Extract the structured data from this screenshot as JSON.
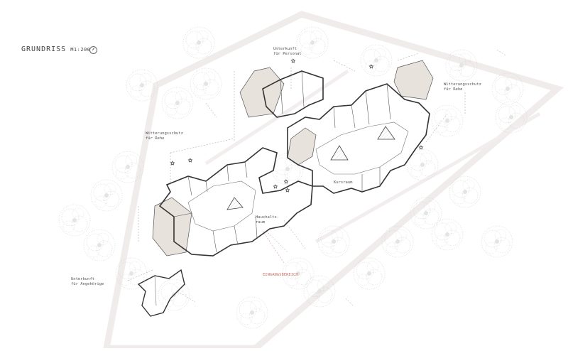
{
  "title": {
    "text": "GRUNDRISS",
    "scale": "M1:200"
  },
  "icons": {
    "north_arrow": "north-arrow-icon",
    "tree": "tree-icon",
    "star": "star-icon"
  },
  "labels": {
    "staff": "Unterkunft\nfür Personal",
    "weather_left": "Witterungsschutz\nfür Rehe",
    "weather_right": "Witterungsschutz\nfür Rehe",
    "course": "Kursraum",
    "household": "Haushalts-\nraum",
    "entrance": "EINGANGSBEREICH",
    "relatives": "Unterkunft\nfür Angehörige"
  },
  "colors": {
    "accent_fill": "#e8e2dd",
    "path_band": "#f1ecec",
    "wall": "#333333",
    "entrance_text": "#c9766b"
  }
}
